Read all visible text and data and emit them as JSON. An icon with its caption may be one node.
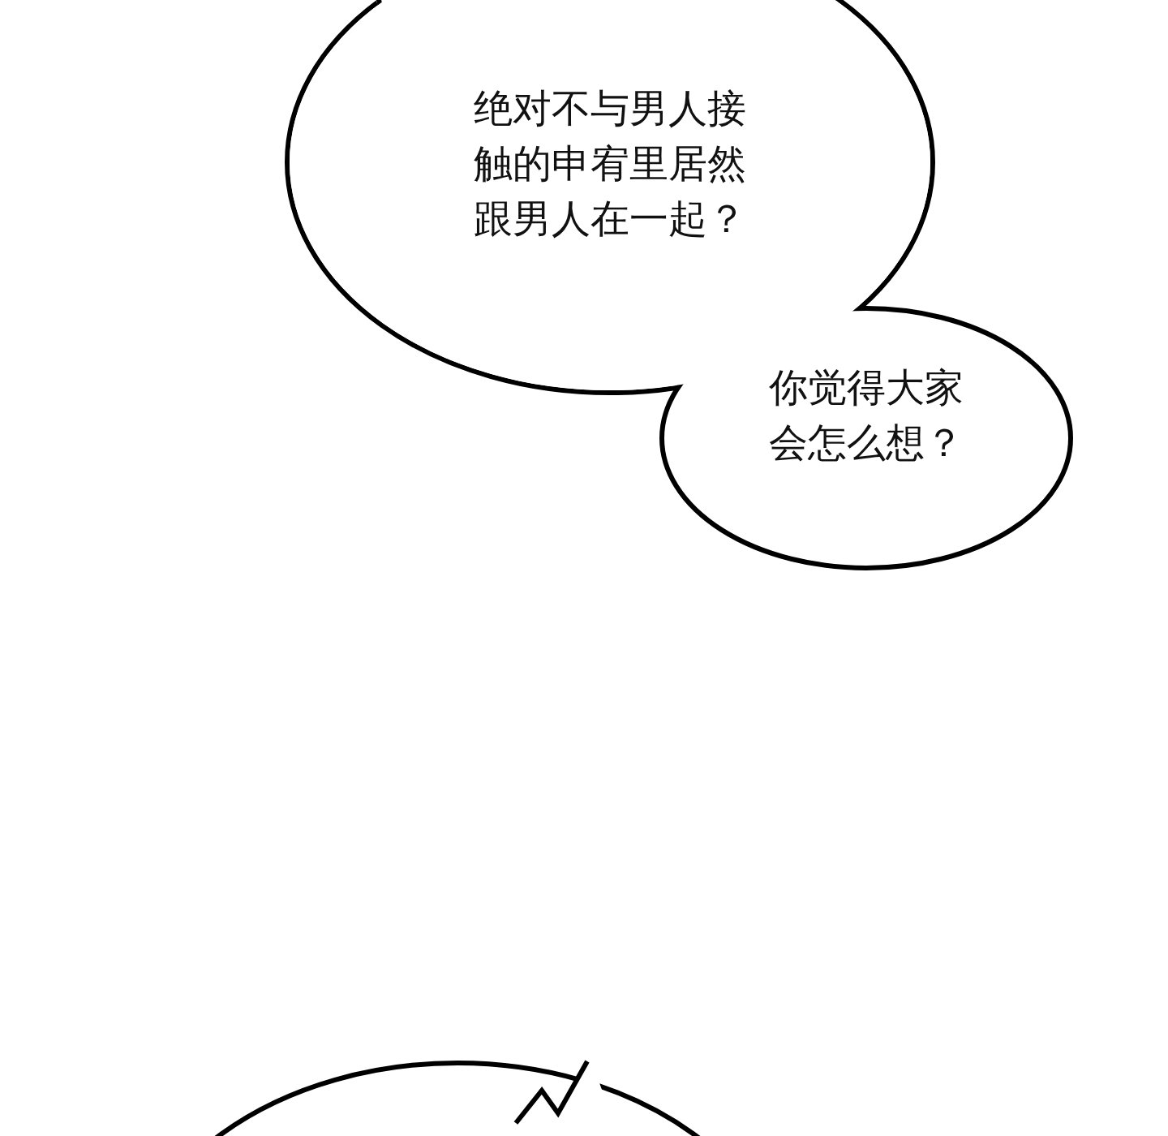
{
  "diagram": {
    "nodes": [
      {
        "text": [
          "绝对不与男人接触的申宥里居然跟男人在一起？"
        ]
      },
      {
        "text": [
          "你觉得大家会怎么想？"
        ]
      },
      {
        "text": [],
        "shape": "cloud"
      }
    ]
  }
}
